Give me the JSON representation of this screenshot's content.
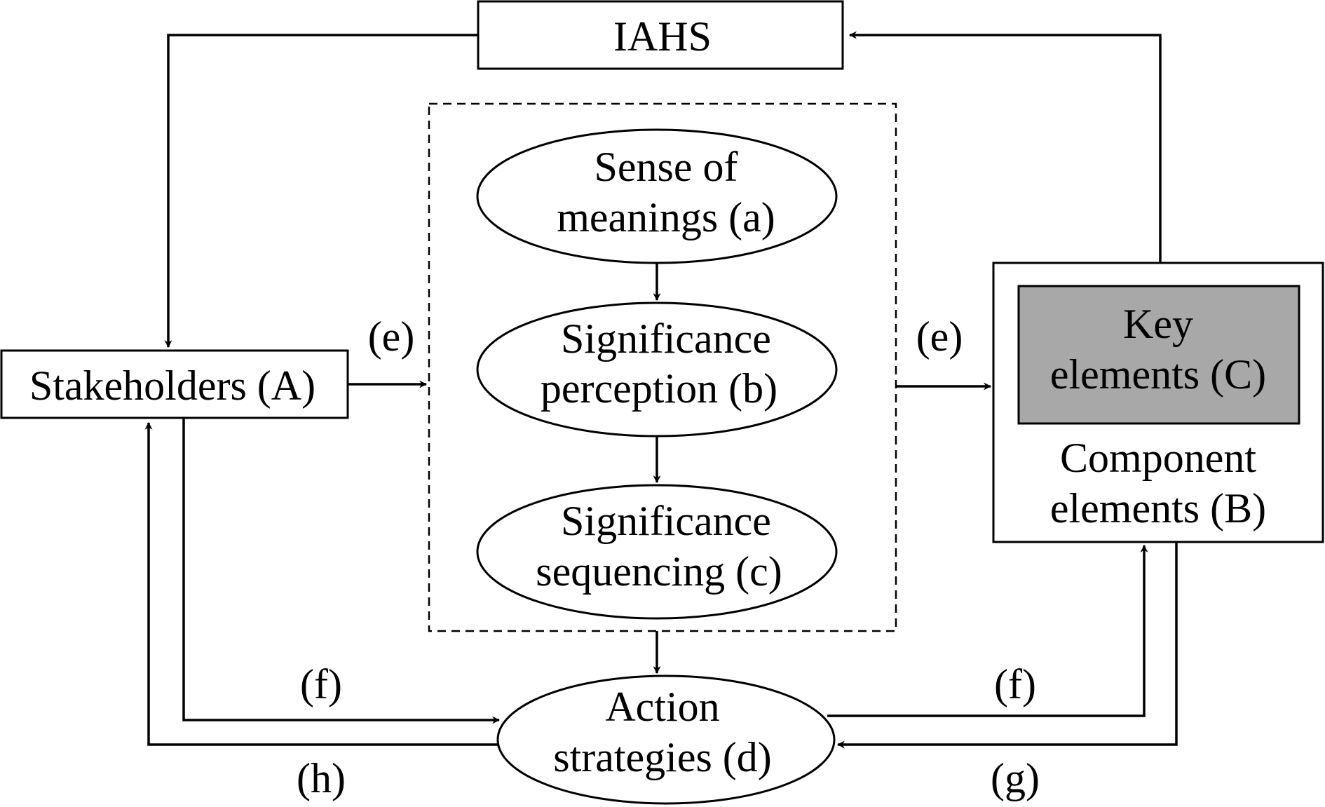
{
  "colors": {
    "key_fill": "#a8a8a8",
    "stroke": "#000000",
    "background": "#ffffff"
  },
  "nodes": {
    "iahs": {
      "label": "IAHS"
    },
    "stakeholders": {
      "label": "Stakeholders (A)"
    },
    "sense": {
      "line1": "Sense of",
      "line2": "meanings (a)"
    },
    "perception": {
      "line1": "Significance",
      "line2": "perception (b)"
    },
    "sequencing": {
      "line1": "Significance",
      "line2": "sequencing (c)"
    },
    "action": {
      "line1": "Action",
      "line2": "strategies (d)"
    },
    "key": {
      "line1": "Key",
      "line2": "elements (C)"
    },
    "component": {
      "line1": "Component",
      "line2": "elements (B)"
    }
  },
  "edge_labels": {
    "e_left": "(e)",
    "e_right": "(e)",
    "f_left": "(f)",
    "f_right": "(f)",
    "h": "(h)",
    "g": "(g)"
  }
}
